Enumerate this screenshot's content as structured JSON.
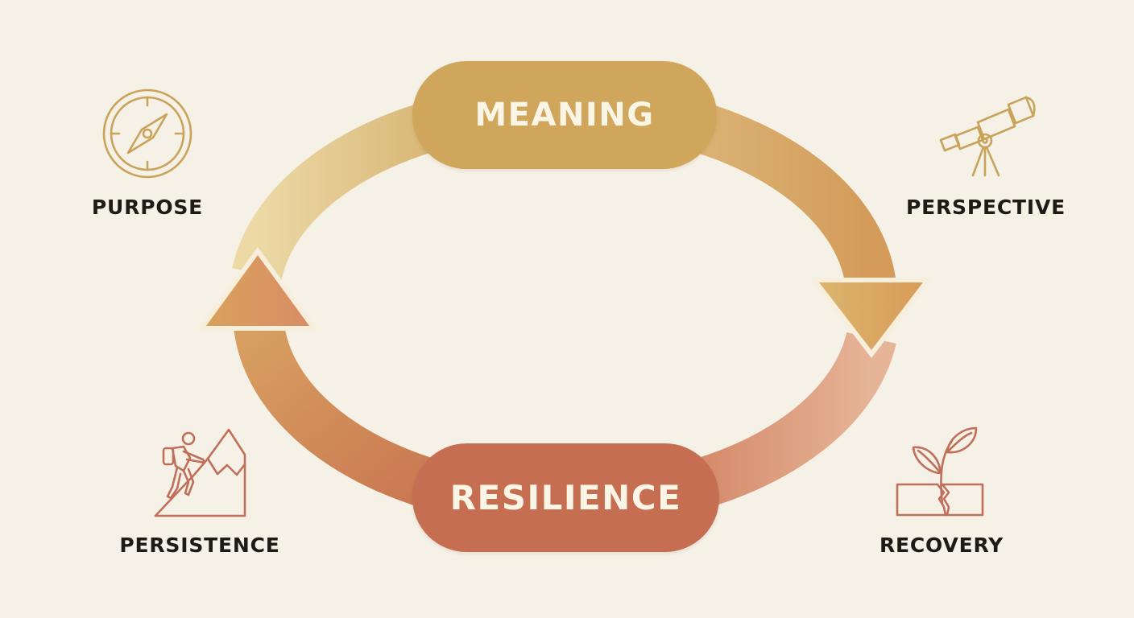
{
  "diagram": {
    "type": "cycle",
    "background_color": "#f5f1e6",
    "center_nodes": [
      {
        "id": "meaning",
        "label": "MEANING",
        "color": "#cfa65b",
        "position": "top"
      },
      {
        "id": "resilience",
        "label": "RESILIENCE",
        "color": "#c56e52",
        "position": "bottom"
      }
    ],
    "flow": [
      {
        "from": "MEANING",
        "to": "RESILIENCE",
        "side": "right",
        "direction": "clockwise",
        "arrow": "down"
      },
      {
        "from": "RESILIENCE",
        "to": "MEANING",
        "side": "left",
        "direction": "clockwise",
        "arrow": "up"
      }
    ],
    "satellites": [
      {
        "id": "purpose",
        "label": "PURPOSE",
        "icon": "compass-icon",
        "color": "#c9a35a",
        "position": "top-left"
      },
      {
        "id": "perspective",
        "label": "PERSPECTIVE",
        "icon": "telescope-icon",
        "color": "#c9a35a",
        "position": "top-right"
      },
      {
        "id": "persistence",
        "label": "PERSISTENCE",
        "icon": "mountain-climber-icon",
        "color": "#c0705a",
        "position": "bottom-left"
      },
      {
        "id": "recovery",
        "label": "RECOVERY",
        "icon": "sprout-through-crack-icon",
        "color": "#c0705a",
        "position": "bottom-right"
      }
    ],
    "colors": {
      "gold": "#cfa65b",
      "gold_light": "#e6cf98",
      "terracotta": "#c56e52",
      "terracotta_light": "#e3a98b",
      "text_dark": "#1e1b17",
      "pill_text": "#fbf5e6"
    }
  }
}
